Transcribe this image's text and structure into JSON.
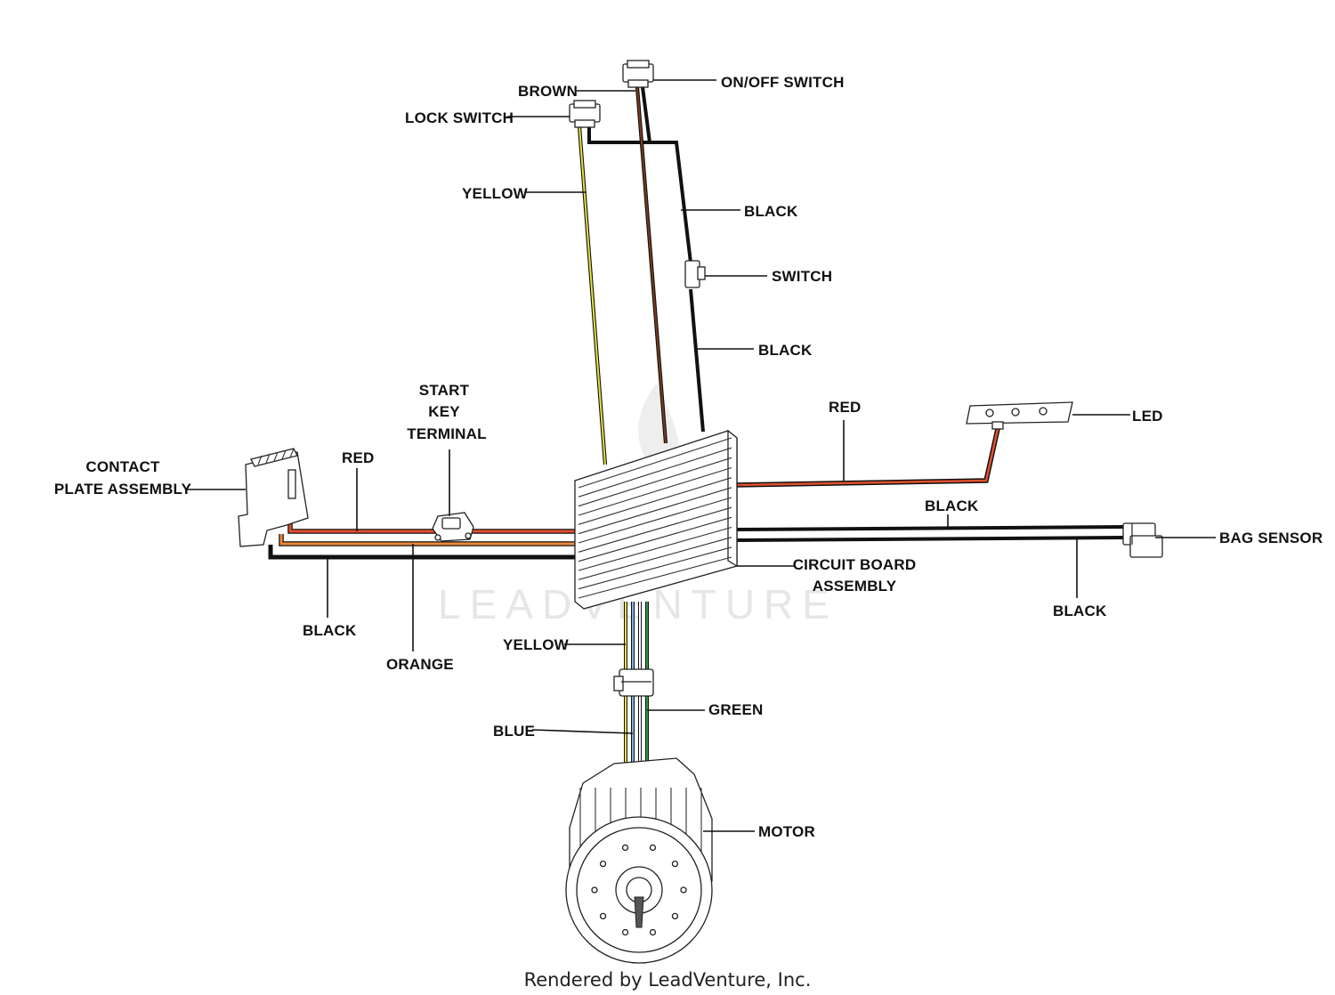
{
  "labels": {
    "on_off_switch": "ON/OFF SWITCH",
    "brown": "BROWN",
    "lock_switch": "LOCK SWITCH",
    "yellow_top": "YELLOW",
    "black_top": "BLACK",
    "switch": "SWITCH",
    "black_mid": "BLACK",
    "start_key_1": "START",
    "start_key_2": "KEY",
    "start_key_3": "TERMINAL",
    "red_right": "RED",
    "led": "LED",
    "contact_plate_1": "CONTACT",
    "contact_plate_2": "PLATE ASSEMBLY",
    "red_left": "RED",
    "black_right_upper": "BLACK",
    "bag_sensor": "BAG SENSOR",
    "circuit_board_1": "CIRCUIT BOARD",
    "circuit_board_2": "ASSEMBLY",
    "black_right_lower": "BLACK",
    "black_left": "BLACK",
    "orange": "ORANGE",
    "yellow_bottom": "YELLOW",
    "green": "GREEN",
    "blue": "BLUE",
    "motor": "MOTOR"
  },
  "watermark": "LEADVENTURE",
  "credit": "Rendered by LeadVenture, Inc.",
  "wire_colors": {
    "black": "#111111",
    "red": "#e2502e",
    "orange": "#f08a3a",
    "yellow": "#e8e23a",
    "brown": "#7a3b1e",
    "blue": "#79b4e0",
    "green": "#2f9a3c"
  }
}
